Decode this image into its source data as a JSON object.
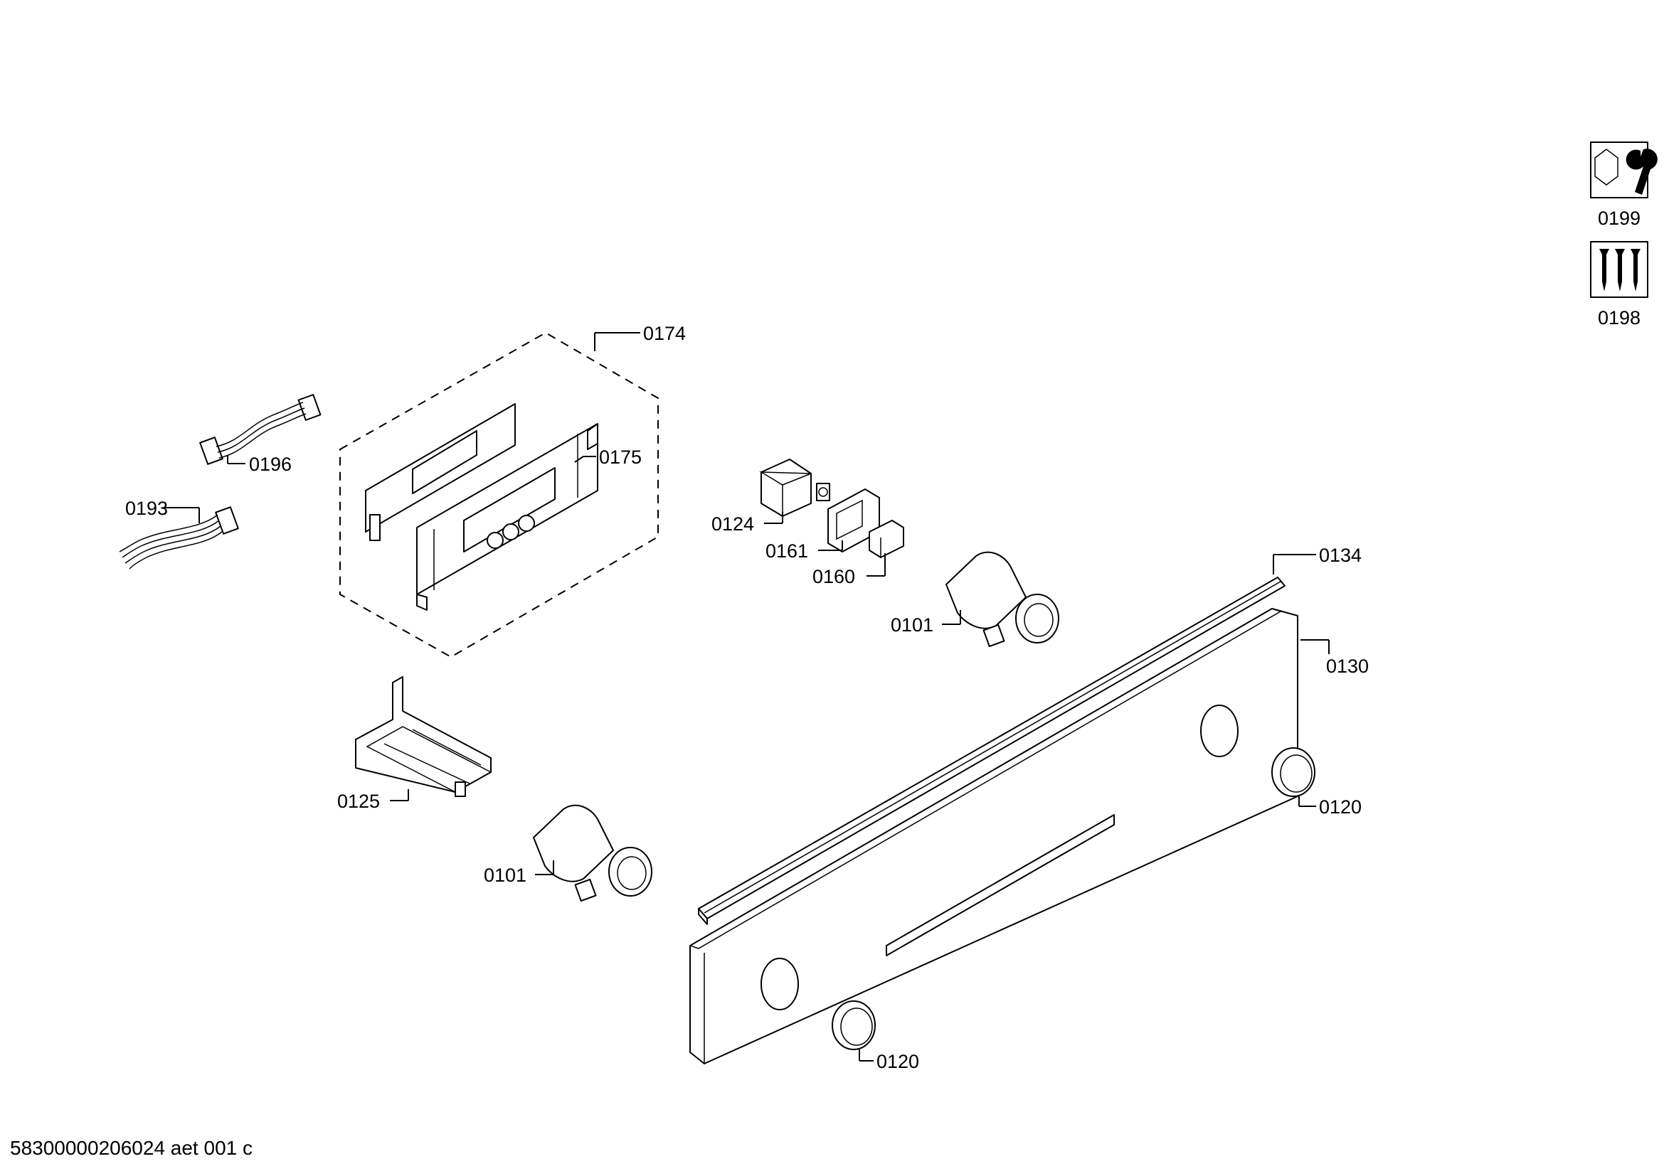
{
  "diagram": {
    "parts": {
      "p0174": "0174",
      "p0175": "0175",
      "p0196": "0196",
      "p0193": "0193",
      "p0124": "0124",
      "p0161": "0161",
      "p0160": "0160",
      "p0101_a": "0101",
      "p0101_b": "0101",
      "p0134": "0134",
      "p0130": "0130",
      "p0125": "0125",
      "p0120_a": "0120",
      "p0120_b": "0120",
      "p0199": "0199",
      "p0198": "0198"
    },
    "icons": {
      "kit_icon": "nut-wrench-icon",
      "screws_icon": "screws-icon"
    },
    "footer": "58300000206024 aet 001 c"
  }
}
